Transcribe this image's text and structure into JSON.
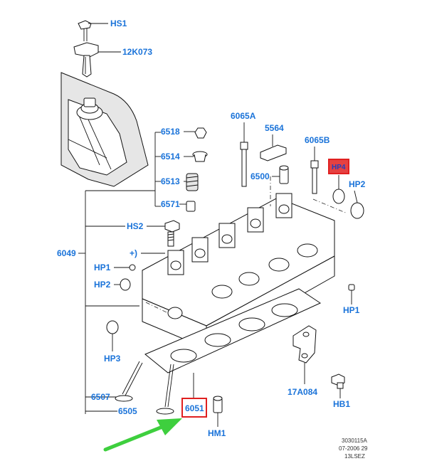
{
  "colors": {
    "label": "#1a73d9",
    "highlight_box": "#e02020",
    "highlight_fill": "#e02020",
    "arrow": "#3ecf3e"
  },
  "labels": {
    "hs1_top": "HS1",
    "k12k073": "12K073",
    "p6518": "6518",
    "p6514": "6514",
    "p6513": "6513",
    "p6571": "6571",
    "hs2": "HS2",
    "p6049": "6049",
    "plus": "+)",
    "hp1_left": "HP1",
    "hp2_left": "HP2",
    "hp3": "HP3",
    "p6507": "6507",
    "p6505": "6505",
    "p6051": "6051",
    "hm1": "HM1",
    "p6065a": "6065A",
    "p5564": "5564",
    "p6500": "6500",
    "p6065b": "6065B",
    "hp4": "HP4",
    "hp2_right": "HP2",
    "hp1_right": "HP1",
    "p17a084": "17A084",
    "hb1": "HB1"
  },
  "reference": {
    "line1": "3030115A",
    "line2": "07-2006 29",
    "line3": "13LSEZ"
  }
}
